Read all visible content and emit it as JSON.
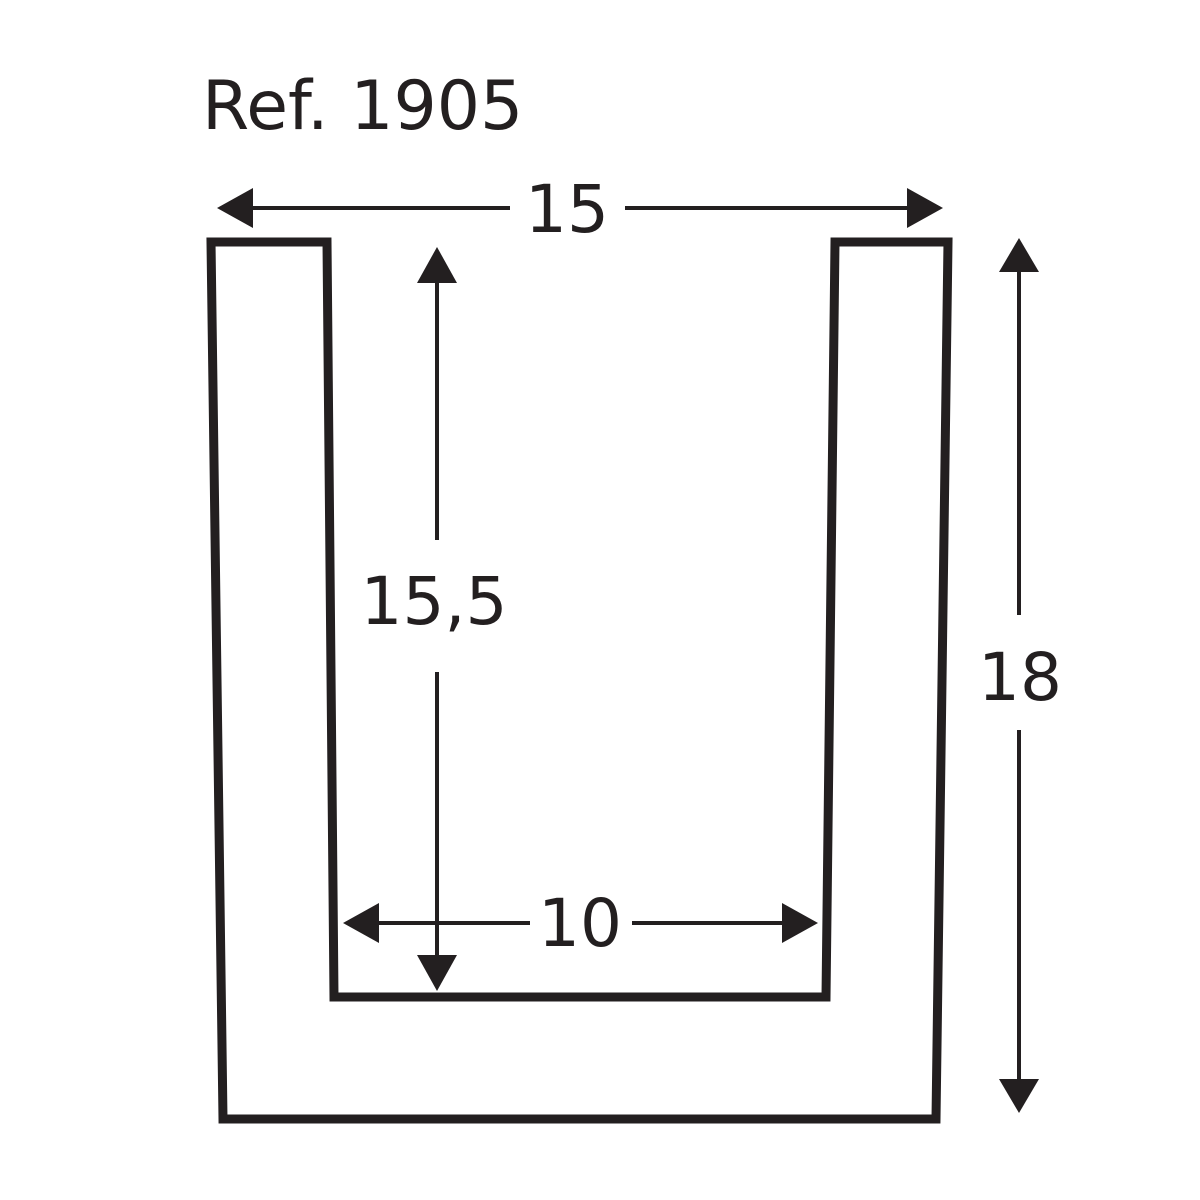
{
  "diagram": {
    "title": "Ref. 1905",
    "type": "U-profile cross-section with dimensions",
    "line_color": "#231f20",
    "background": "#ffffff",
    "dimensions": {
      "outer_width": "15",
      "outer_height": "18",
      "inner_depth": "15,5",
      "inner_width": "10"
    }
  }
}
